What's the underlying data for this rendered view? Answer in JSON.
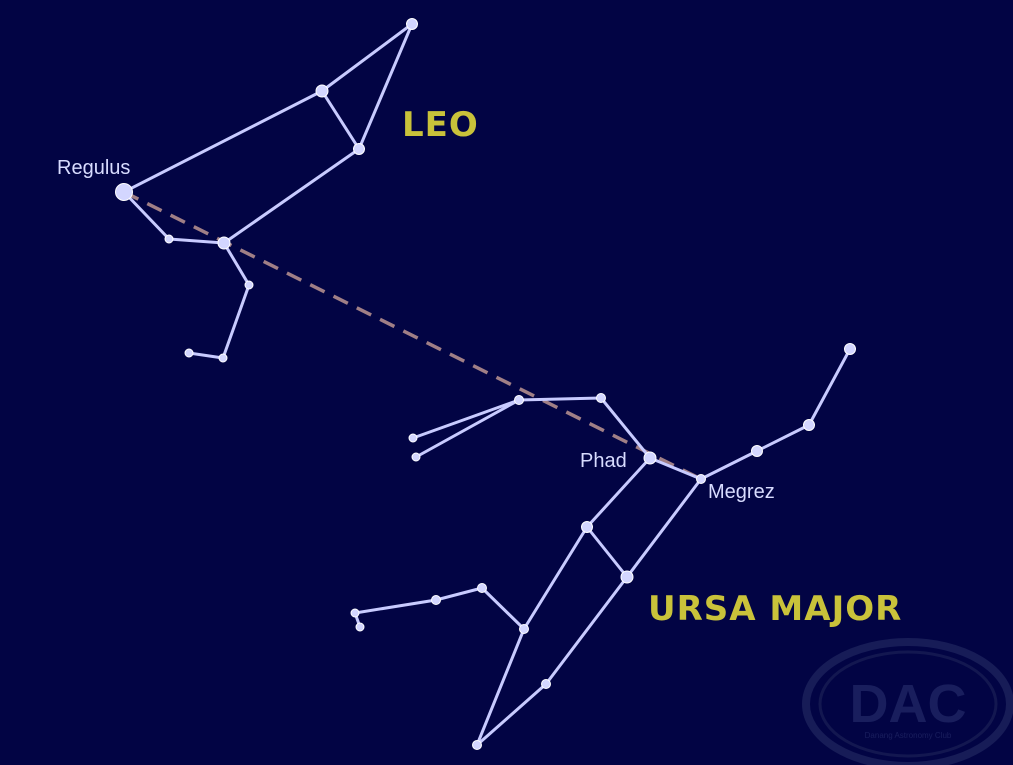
{
  "labels": {
    "regulus": "Regulus",
    "phad": "Phad",
    "megrez": "Megrez",
    "leo": "LEO",
    "ursa_major": "URSA MAJOR"
  },
  "watermark": {
    "logo": "DAC",
    "subtitle": "Danang Astronomy Club"
  },
  "colors": {
    "background": "#020444",
    "lines": "#c8cbff",
    "stars": "#d3d6ff",
    "pointer": "#a07f86",
    "constellation_label": "#c9c23a"
  }
}
